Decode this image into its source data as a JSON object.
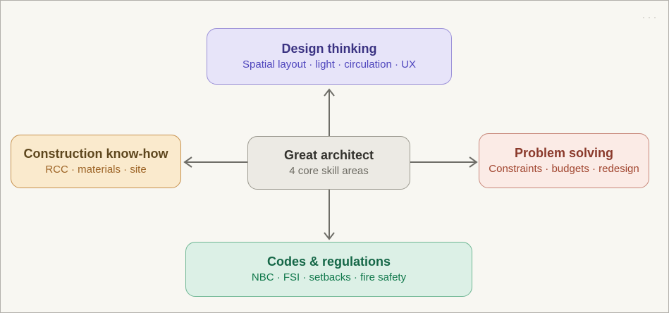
{
  "canvas": {
    "background": "#f8f7f2",
    "frame_border_color": "#b2b0ab",
    "arrow_color": "#6e6d67"
  },
  "menu": {
    "ellipsis": "···",
    "ellipsis_color": "#d8d6d0"
  },
  "center": {
    "title": "Great architect",
    "subtitle": "4 core skill areas",
    "fill": "#eceae4",
    "border": "#9c9a90",
    "title_color": "#33322d",
    "subtitle_color": "#6e6c64"
  },
  "nodes": {
    "top": {
      "title": "Design thinking",
      "subtitle": "Spatial layout · light · circulation · UX",
      "fill": "#e7e4f9",
      "border": "#9b90d8",
      "title_color": "#3b3382",
      "subtitle_color": "#4f46bd"
    },
    "left": {
      "title": "Construction know-how",
      "subtitle": "RCC · materials · site",
      "fill": "#faeacd",
      "border": "#c7924f",
      "title_color": "#5e471e",
      "subtitle_color": "#9d6426"
    },
    "right": {
      "title": "Problem solving",
      "subtitle": "Constraints · budgets · redesign",
      "fill": "#fbebe6",
      "border": "#c8887b",
      "title_color": "#8a392b",
      "subtitle_color": "#a1452f"
    },
    "bottom": {
      "title": "Codes & regulations",
      "subtitle": "NBC · FSI · setbacks · fire safety",
      "fill": "#dcf0e6",
      "border": "#6fb794",
      "title_color": "#156747",
      "subtitle_color": "#10784b"
    }
  }
}
